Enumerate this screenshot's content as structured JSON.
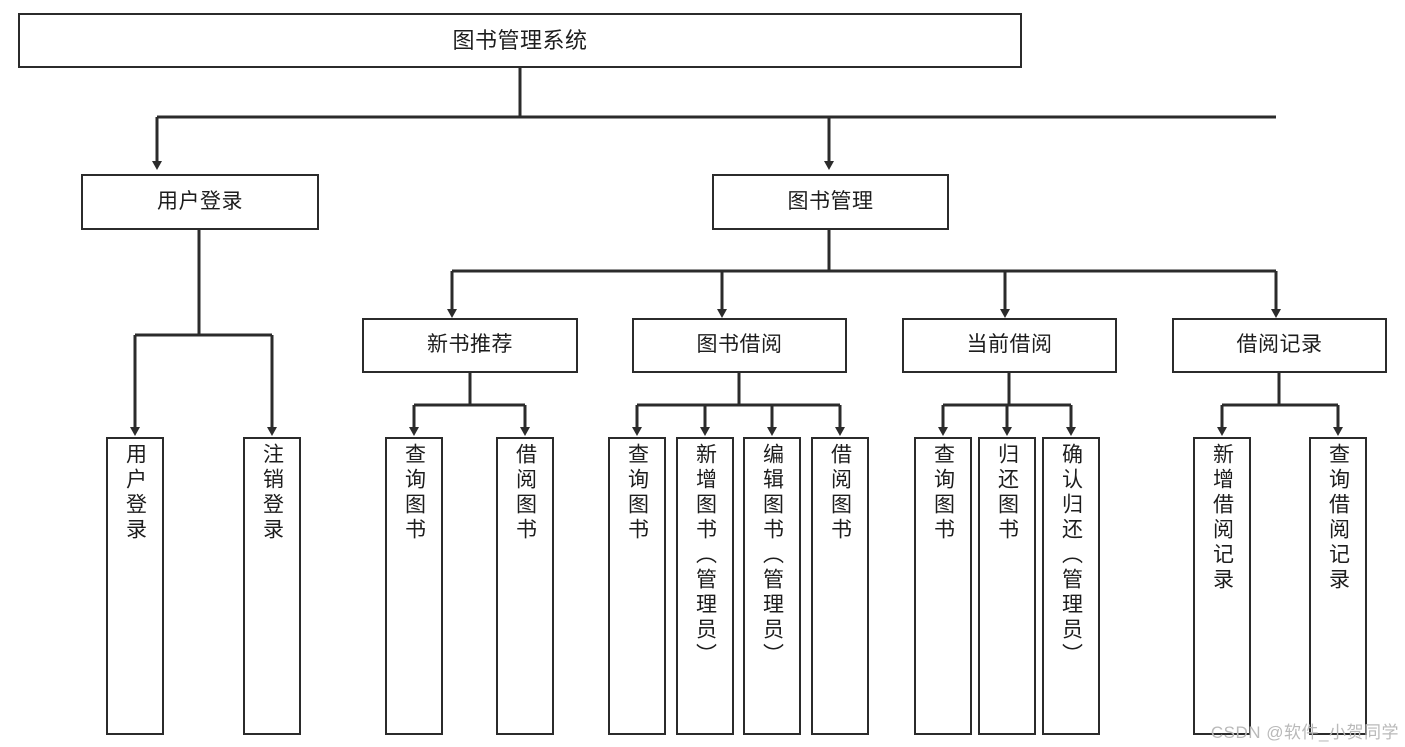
{
  "diagram": {
    "title": "图书管理系统",
    "type": "tree",
    "background": "#ffffff",
    "line_color": "#2b2b2b",
    "box_fill": "#ffffff",
    "text_color": "#1d1d1d"
  },
  "nodes": {
    "root": {
      "label": "图书管理系统",
      "orientation": "horizontal"
    },
    "l2_0": {
      "label": "用户登录",
      "orientation": "horizontal"
    },
    "l2_1": {
      "label": "图书管理",
      "orientation": "horizontal"
    },
    "l3_0": {
      "label": "新书推荐",
      "orientation": "horizontal"
    },
    "l3_1": {
      "label": "图书借阅",
      "orientation": "horizontal"
    },
    "l3_2": {
      "label": "当前借阅",
      "orientation": "horizontal"
    },
    "l3_3": {
      "label": "借阅记录",
      "orientation": "horizontal"
    },
    "leaf_0": {
      "label": "用户登录",
      "orientation": "vertical"
    },
    "leaf_1": {
      "label": "注销登录",
      "orientation": "vertical"
    },
    "leaf_2": {
      "label": "查询图书",
      "orientation": "vertical"
    },
    "leaf_3": {
      "label": "借阅图书",
      "orientation": "vertical"
    },
    "leaf_4": {
      "label": "查询图书",
      "orientation": "vertical"
    },
    "leaf_5": {
      "label": "新增图书（管理员）",
      "orientation": "vertical"
    },
    "leaf_6": {
      "label": "编辑图书（管理员）",
      "orientation": "vertical"
    },
    "leaf_7": {
      "label": "借阅图书",
      "orientation": "vertical"
    },
    "leaf_8": {
      "label": "查询图书",
      "orientation": "vertical"
    },
    "leaf_9": {
      "label": "归还图书",
      "orientation": "vertical"
    },
    "leaf_10": {
      "label": "确认归还（管理员）",
      "orientation": "vertical"
    },
    "leaf_11": {
      "label": "新增借阅记录",
      "orientation": "vertical"
    },
    "leaf_12": {
      "label": "查询借阅记录",
      "orientation": "vertical"
    }
  },
  "watermark": {
    "text": "CSDN @软件_小贺同学"
  }
}
